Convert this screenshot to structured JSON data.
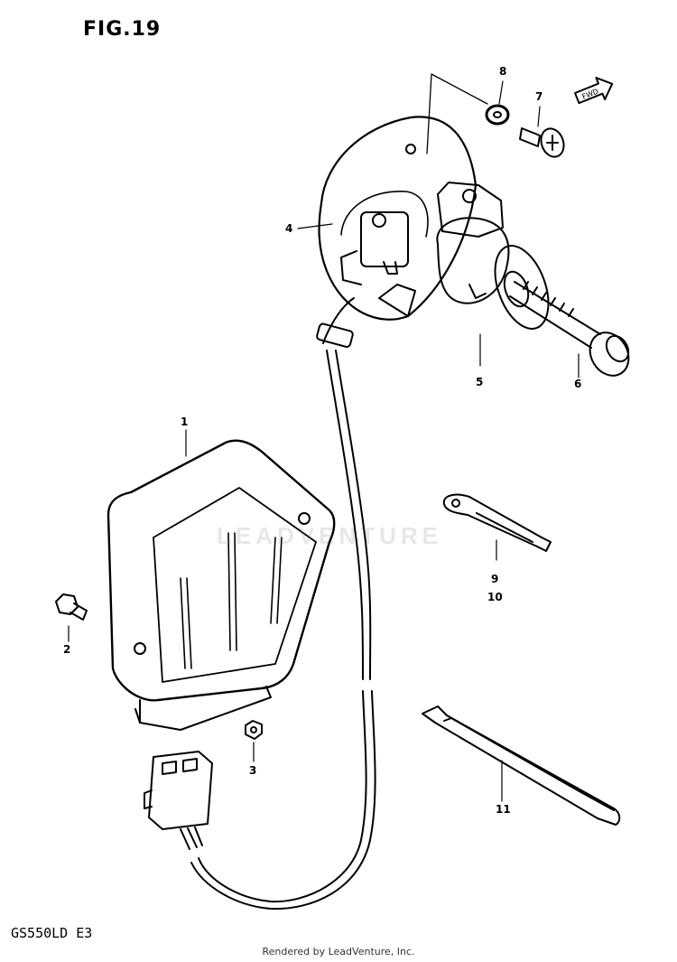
{
  "figure_title": "FIG.19",
  "model_code": "GS550LD  E3",
  "footer": "Rendered by LeadVenture, Inc.",
  "watermark": "LEADVENTURE",
  "fwd_label": "FWD",
  "callouts": [
    "1",
    "2",
    "3",
    "4",
    "5",
    "6",
    "7",
    "8",
    "9",
    "10",
    "11"
  ],
  "line_color": "#000000"
}
